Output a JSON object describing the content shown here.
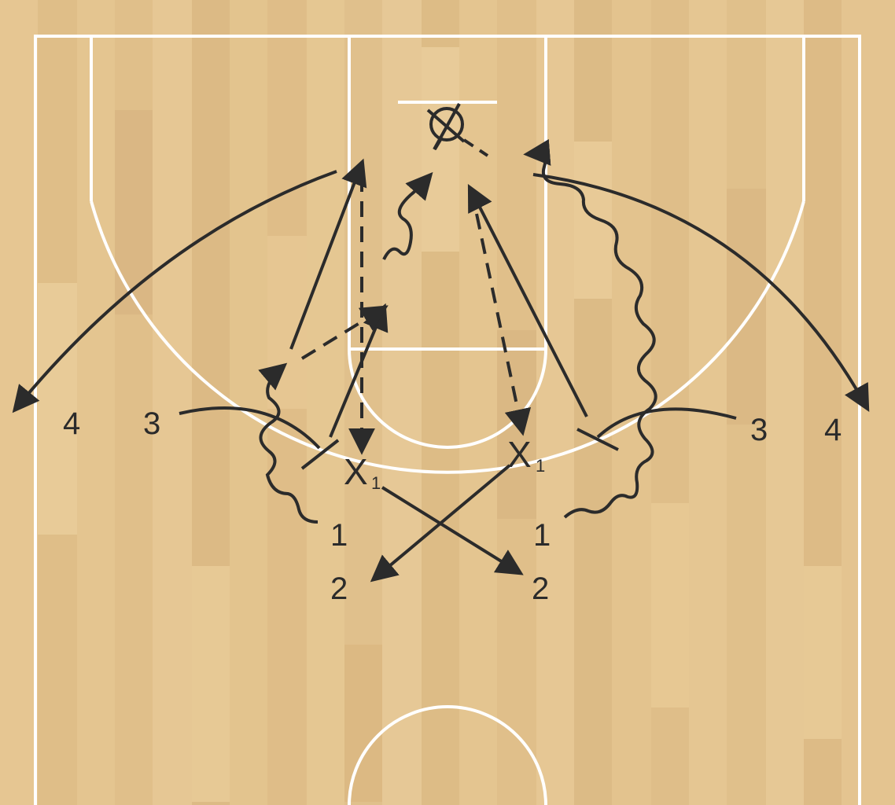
{
  "diagram": {
    "type": "basketball-half-court-play",
    "colors": {
      "floor": "#e3c38f",
      "lines": "#ffffff",
      "ink": "#2b2b2b"
    },
    "players": {
      "left_corner": "4",
      "left_wing": "3",
      "left_guard": "1",
      "left_back": "2",
      "right_corner": "4",
      "right_wing": "3",
      "right_guard": "1",
      "right_back": "2"
    },
    "defenders": {
      "left": {
        "mark": "X",
        "number": "1"
      },
      "right": {
        "mark": "X",
        "number": "1"
      }
    }
  }
}
